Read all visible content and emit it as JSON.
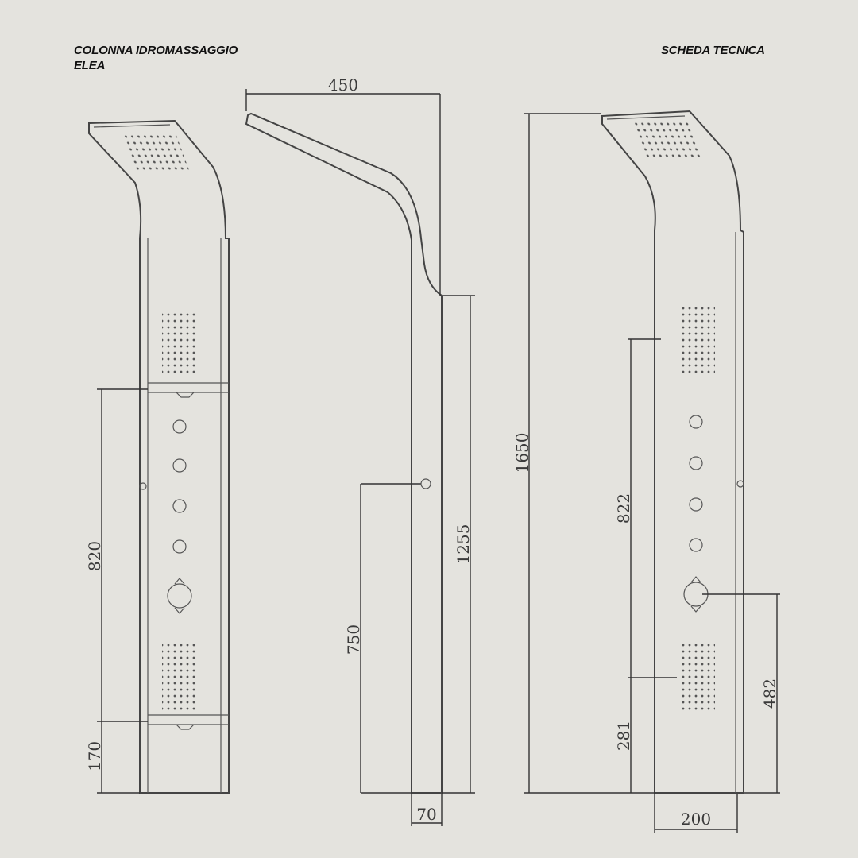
{
  "header": {
    "title_line1": "COLONNA IDROMASSAGGIO",
    "title_line2": "ELEA",
    "sheet_label": "SCHEDA TECNICA"
  },
  "dimensions": {
    "front_left_820": "820",
    "front_left_170": "170",
    "side_top_450": "450",
    "side_750": "750",
    "side_1255": "1255",
    "side_bottom_70": "70",
    "back_1650": "1650",
    "back_822": "822",
    "back_281": "281",
    "back_482": "482",
    "back_bottom_200": "200"
  }
}
